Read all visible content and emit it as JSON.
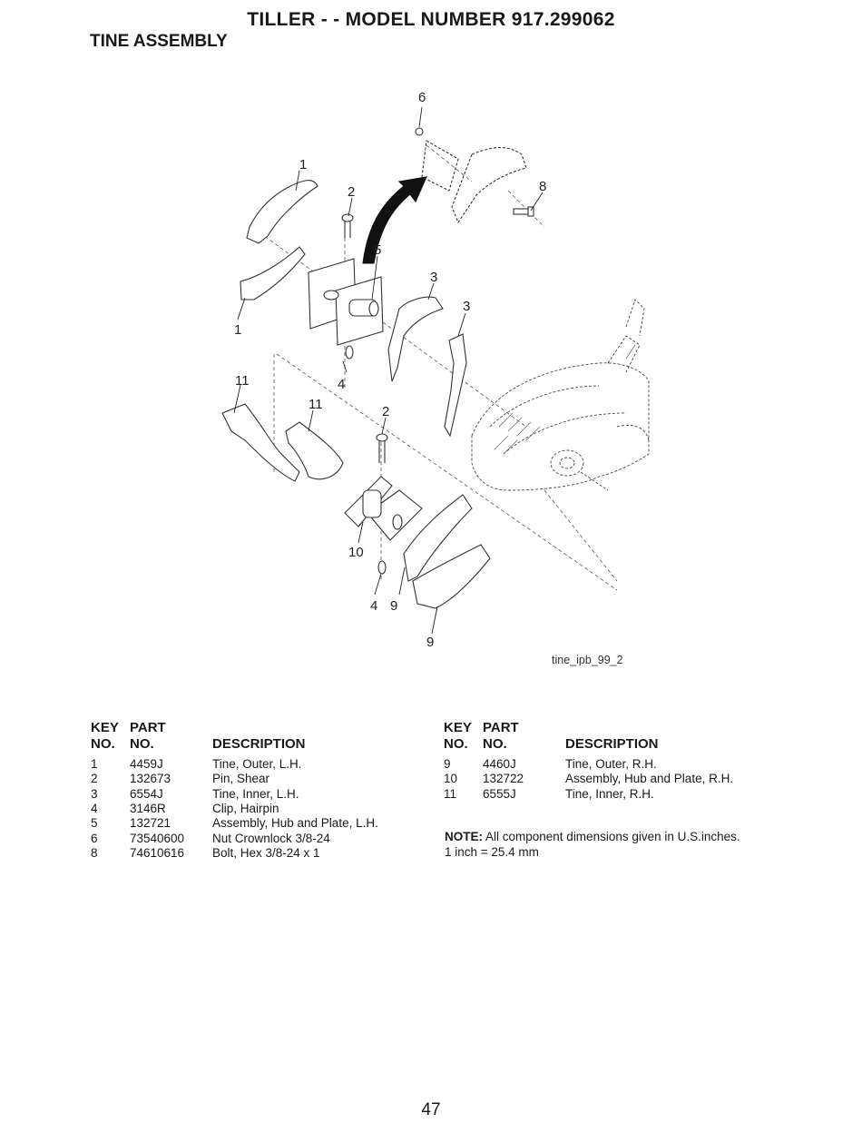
{
  "header": {
    "title": "TILLER - - MODEL NUMBER 917.299062",
    "subtitle": "TINE ASSEMBLY"
  },
  "diagram": {
    "image_label": "tine_ipb_99_2",
    "callouts": [
      "6",
      "1",
      "2",
      "8",
      "5",
      "3",
      "3",
      "1",
      "11",
      "4",
      "11",
      "2",
      "10",
      "4",
      "9",
      "9"
    ]
  },
  "parts_table": {
    "headers": {
      "key_top": "KEY",
      "key_bottom": "NO.",
      "part_top": "PART",
      "part_bottom": "NO.",
      "description": "DESCRIPTION"
    },
    "left_rows": [
      {
        "key": "1",
        "part": "4459J",
        "description": "Tine, Outer, L.H."
      },
      {
        "key": "2",
        "part": "132673",
        "description": "Pin, Shear"
      },
      {
        "key": "3",
        "part": "6554J",
        "description": "Tine, Inner, L.H."
      },
      {
        "key": "4",
        "part": "3146R",
        "description": "Clip, Hairpin"
      },
      {
        "key": "5",
        "part": "132721",
        "description": "Assembly, Hub and Plate, L.H."
      },
      {
        "key": "6",
        "part": "73540600",
        "description": "Nut Crownlock 3/8-24"
      },
      {
        "key": "8",
        "part": "74610616",
        "description": "Bolt, Hex  3/8-24 x 1"
      }
    ],
    "right_rows": [
      {
        "key": "9",
        "part": "4460J",
        "description": "Tine, Outer, R.H."
      },
      {
        "key": "10",
        "part": "132722",
        "description": "Assembly, Hub and Plate, R.H."
      },
      {
        "key": "11",
        "part": "6555J",
        "description": "Tine, Inner, R.H."
      }
    ]
  },
  "note": {
    "label": "NOTE:",
    "text": " All component dimensions given in U.S.inches.",
    "line2": "1 inch = 25.4 mm"
  },
  "page_number": "47"
}
